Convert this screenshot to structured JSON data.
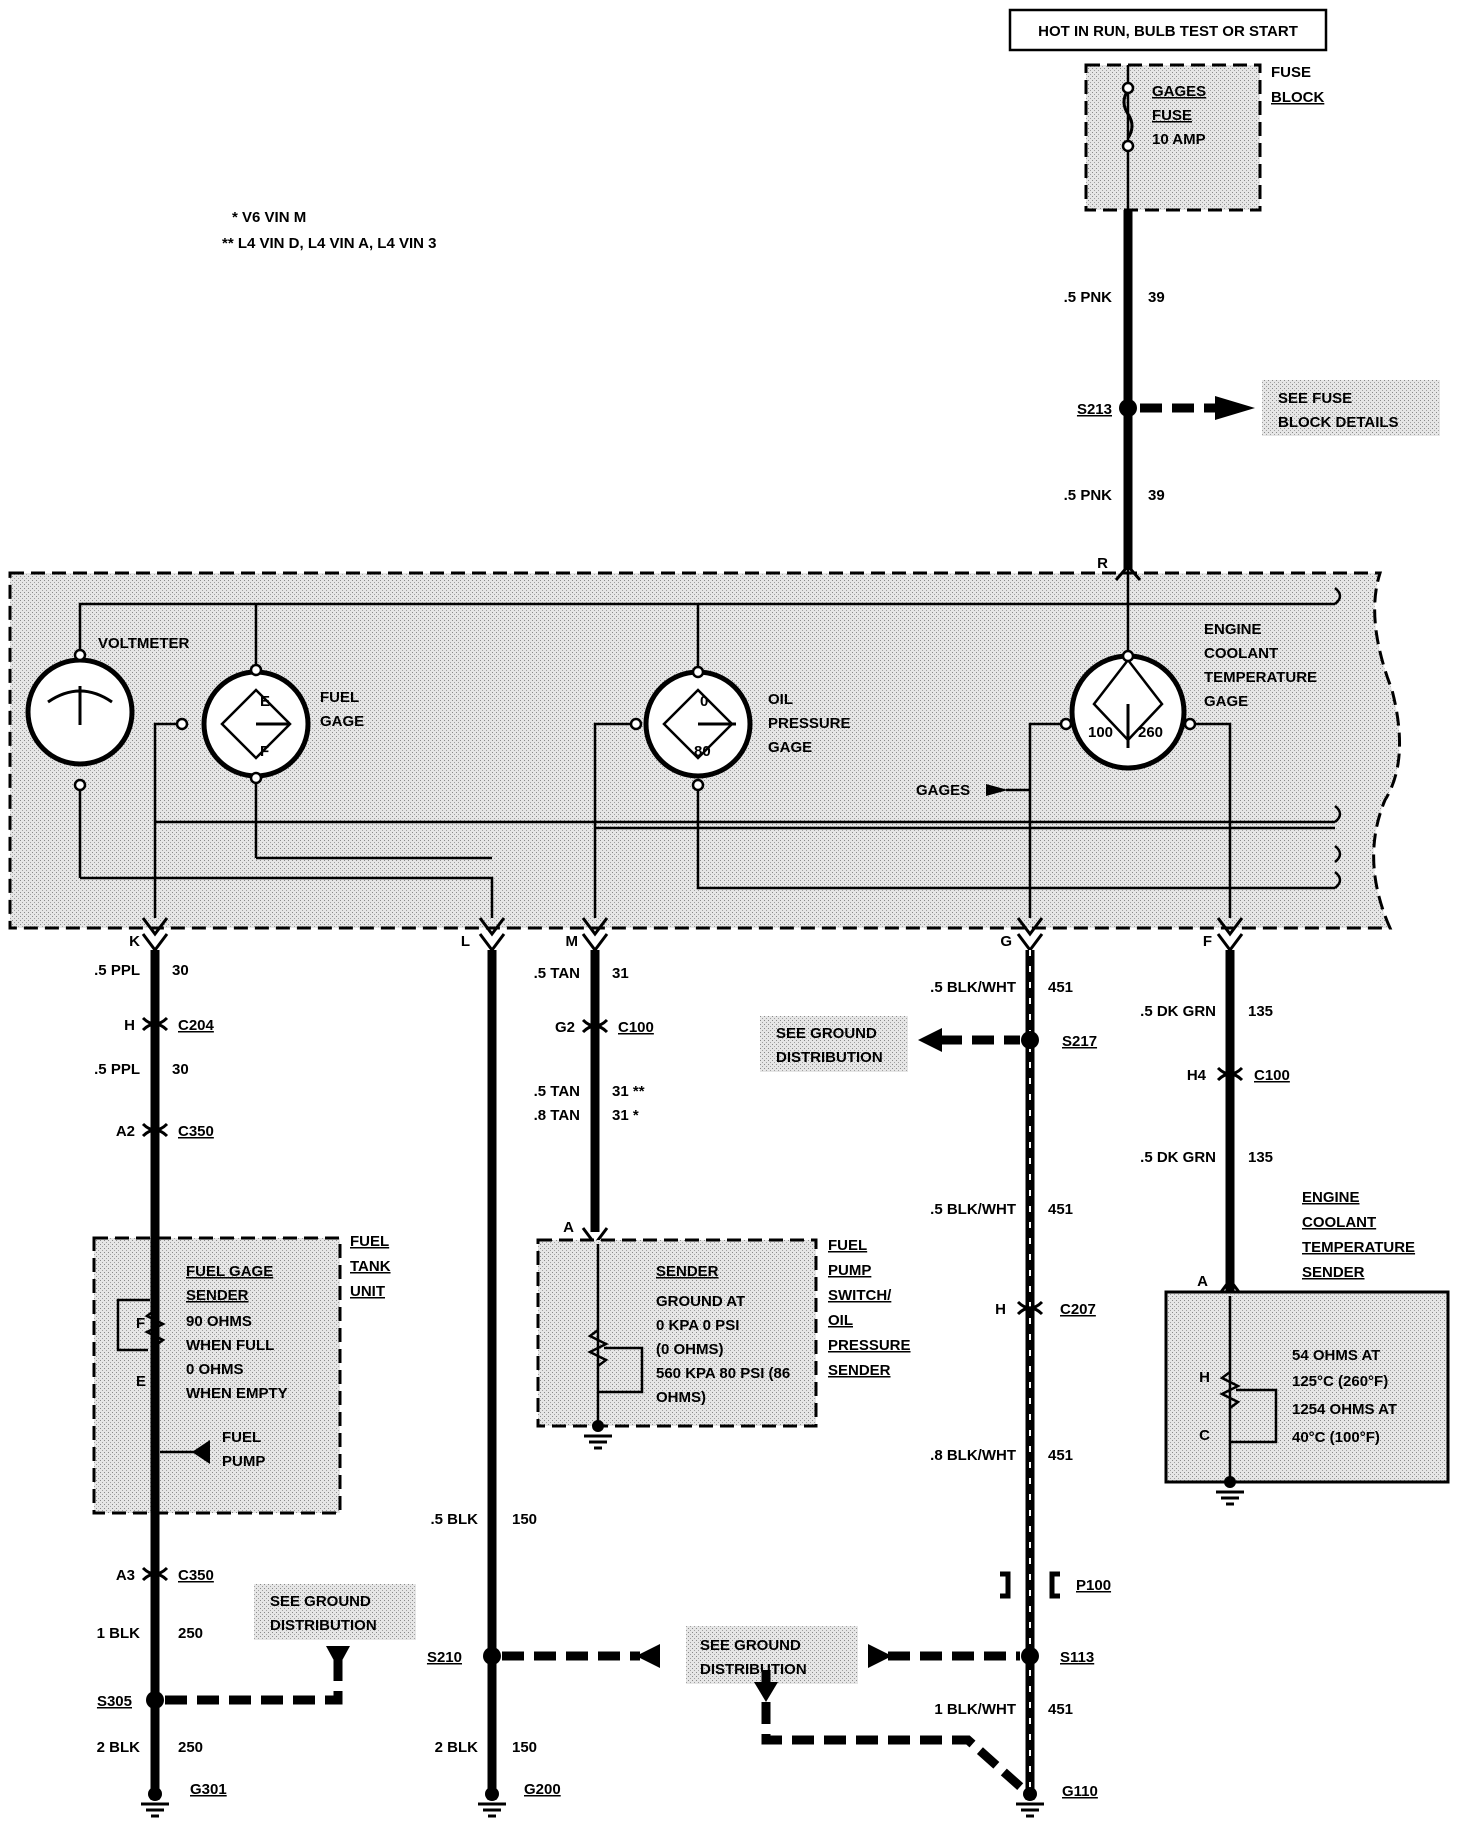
{
  "power": {
    "source": "HOT IN RUN, BULB TEST OR START",
    "fuse_block": "FUSE BLOCK",
    "fuse_line1": "GAGES",
    "fuse_line2": "FUSE",
    "fuse_line3": "10 AMP",
    "wire_top": ".5 PNK",
    "wire_top_circuit": "39",
    "splice": "S213",
    "see_fuse_1": "SEE FUSE",
    "see_fuse_2": "BLOCK DETAILS",
    "wire_bottom": ".5 PNK",
    "wire_bottom_circuit": "39",
    "pin": "R"
  },
  "legend": {
    "single": "*  V6 VIN M",
    "double": "**  L4 VIN D, L4 VIN A, L4 VIN 3"
  },
  "cluster": {
    "voltmeter": "VOLTMETER",
    "fuel_gage_1": "FUEL",
    "fuel_gage_2": "GAGE",
    "fuel_e": "E",
    "fuel_f": "F",
    "oil_1": "OIL",
    "oil_2": "PRESSURE",
    "oil_3": "GAGE",
    "oil_0": "0",
    "oil_80": "80",
    "ect_1": "ENGINE",
    "ect_2": "COOLANT",
    "ect_3": "TEMPERATURE",
    "ect_4": "GAGE",
    "ect_100": "100",
    "ect_260": "260",
    "gages": "GAGES"
  },
  "pins": {
    "k": "K",
    "l": "L",
    "m": "M",
    "g": "G",
    "f": "F"
  },
  "fuel_circuit": {
    "w1": ".5 PPL",
    "c1": "30",
    "conn1_pin": "H",
    "conn1": "C204",
    "w2": ".5 PPL",
    "c2": "30",
    "conn2_pin": "A2",
    "conn2": "C350",
    "unit_1": "FUEL",
    "unit_2": "TANK",
    "unit_3": "UNIT",
    "sender_1": "FUEL GAGE",
    "sender_2": "SENDER",
    "sender_3": "90 OHMS",
    "sender_4": "WHEN FULL",
    "sender_5": "0 OHMS",
    "sender_6": "WHEN EMPTY",
    "sender_f": "F",
    "sender_e": "E",
    "pump_1": "FUEL",
    "pump_2": "PUMP",
    "conn3_pin": "A3",
    "conn3": "C350",
    "w3": "1 BLK",
    "c3": "250",
    "see_gnd_1": "SEE GROUND",
    "see_gnd_2": "DISTRIBUTION",
    "splice": "S305",
    "w4": "2 BLK",
    "c4": "250",
    "ground": "G301"
  },
  "l_circuit": {
    "w1": ".5 BLK",
    "c1": "150",
    "splice": "S210",
    "see_gnd_1": "SEE GROUND",
    "see_gnd_2": "DISTRIBUTION",
    "w2": "2 BLK",
    "c2": "150",
    "ground": "G200"
  },
  "oil_circuit": {
    "w1": ".5 TAN",
    "c1": "31",
    "conn_pin": "G2",
    "conn": "C100",
    "w2": ".5 TAN",
    "c2": "31 **",
    "w3": ".8 TAN",
    "c3": "31 *",
    "pin": "A",
    "sender_1": "SENDER",
    "sender_2": "GROUND AT",
    "sender_3": "0 KPA 0 PSI",
    "sender_4": "(0 OHMS)",
    "sender_5": "560 KPA 80 PSI (86",
    "sender_6": "OHMS)",
    "label_1": "FUEL",
    "label_2": "PUMP",
    "label_3": "SWITCH/",
    "label_4": "OIL",
    "label_5": "PRESSURE",
    "label_6": "SENDER"
  },
  "ground_circuit": {
    "w1": ".5 BLK/WHT",
    "c1": "451",
    "see_gnd_1": "SEE GROUND",
    "see_gnd_2": "DISTRIBUTION",
    "splice1": "S217",
    "w2": ".5 BLK/WHT",
    "c2": "451",
    "conn_pin": "H",
    "conn": "C207",
    "w3": ".8 BLK/WHT",
    "c3": "451",
    "p100": "P100",
    "splice2": "S113",
    "see_gnd_3": "SEE GROUND",
    "see_gnd_4": "DISTRIBUTION",
    "w4": "1 BLK/WHT",
    "c4": "451",
    "ground": "G110"
  },
  "ect_circuit": {
    "w1": ".5 DK GRN",
    "c1": "135",
    "conn_pin": "H4",
    "conn": "C100",
    "w2": ".5 DK GRN",
    "c2": "135",
    "title_1": "ENGINE",
    "title_2": "COOLANT",
    "title_3": "TEMPERATURE",
    "title_4": "SENDER",
    "pin": "A",
    "h": "H",
    "c": "C",
    "spec_1": "54 OHMS AT",
    "spec_2": "125°C (260°F)",
    "spec_3": "1254 OHMS AT",
    "spec_4": "40°C (100°F)"
  }
}
